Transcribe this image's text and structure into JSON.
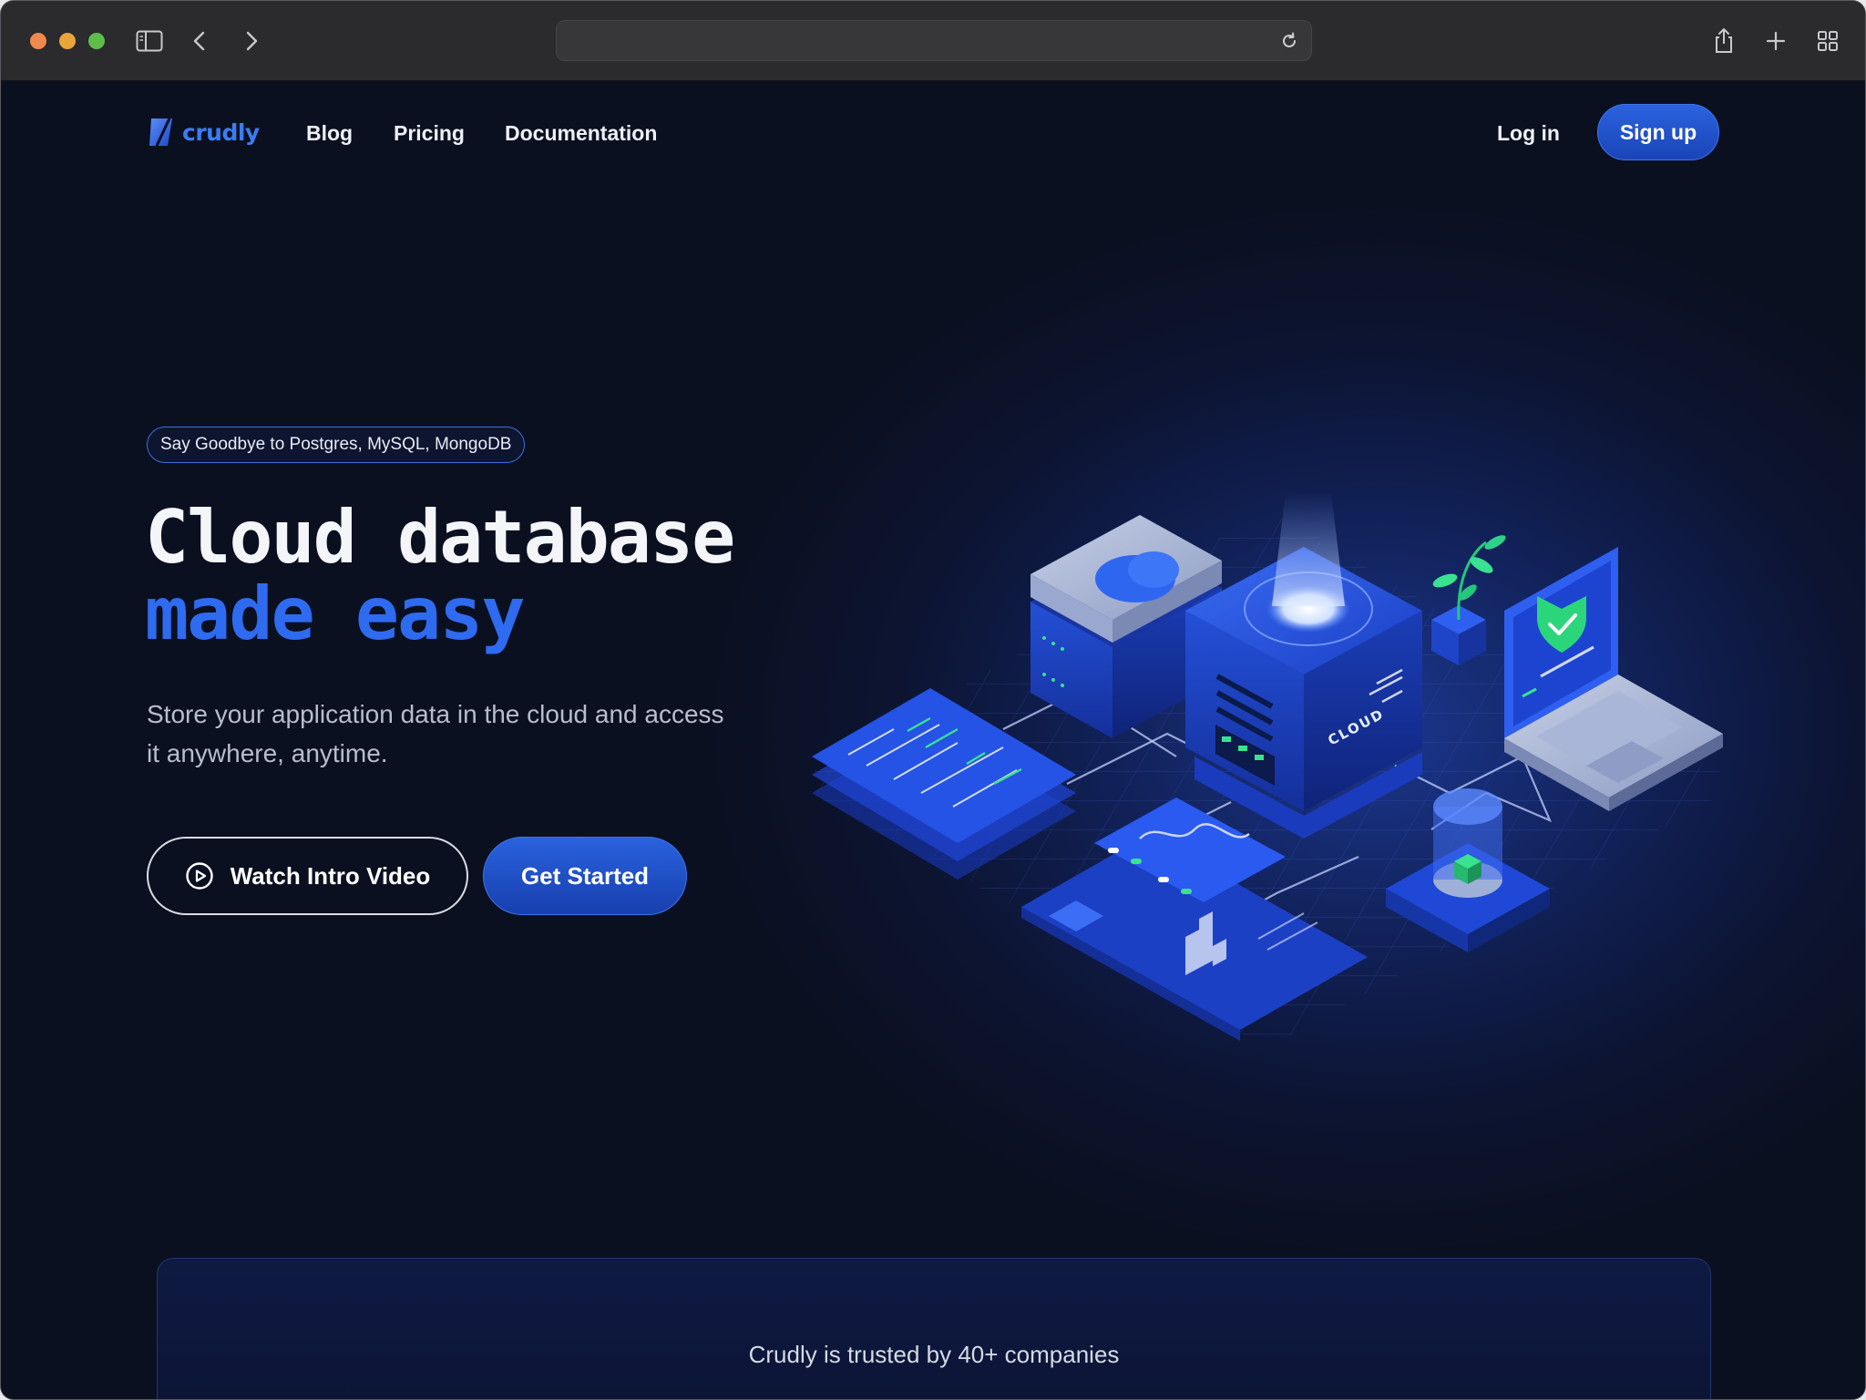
{
  "nav": {
    "logo_text": "crudly",
    "links": [
      "Blog",
      "Pricing",
      "Documentation"
    ],
    "login": "Log in",
    "signup": "Sign up"
  },
  "hero": {
    "badge": "Say Goodbye to Postgres, MySQL, MongoDB",
    "title_line1": "Cloud database",
    "title_line2": "made easy",
    "subtitle": "Store your application data in the cloud and access it anywhere, anytime.",
    "video_button": "Watch Intro Video",
    "start_button": "Get Started",
    "illustration_label": "CLOUD"
  },
  "trusted": {
    "text": "Crudly is trusted by 40+ companies"
  },
  "colors": {
    "accent": "#2e6bf0",
    "background": "#0b1020",
    "heading": "#f4f5f8",
    "green": "#2bd67b"
  },
  "icons": {
    "sidebar": "sidebar-icon",
    "back": "chevron-left-icon",
    "forward": "chevron-right-icon",
    "reload": "reload-icon",
    "share": "share-icon",
    "new_tab": "plus-icon",
    "tab_overview": "grid-icon",
    "play": "play-circle-icon"
  }
}
